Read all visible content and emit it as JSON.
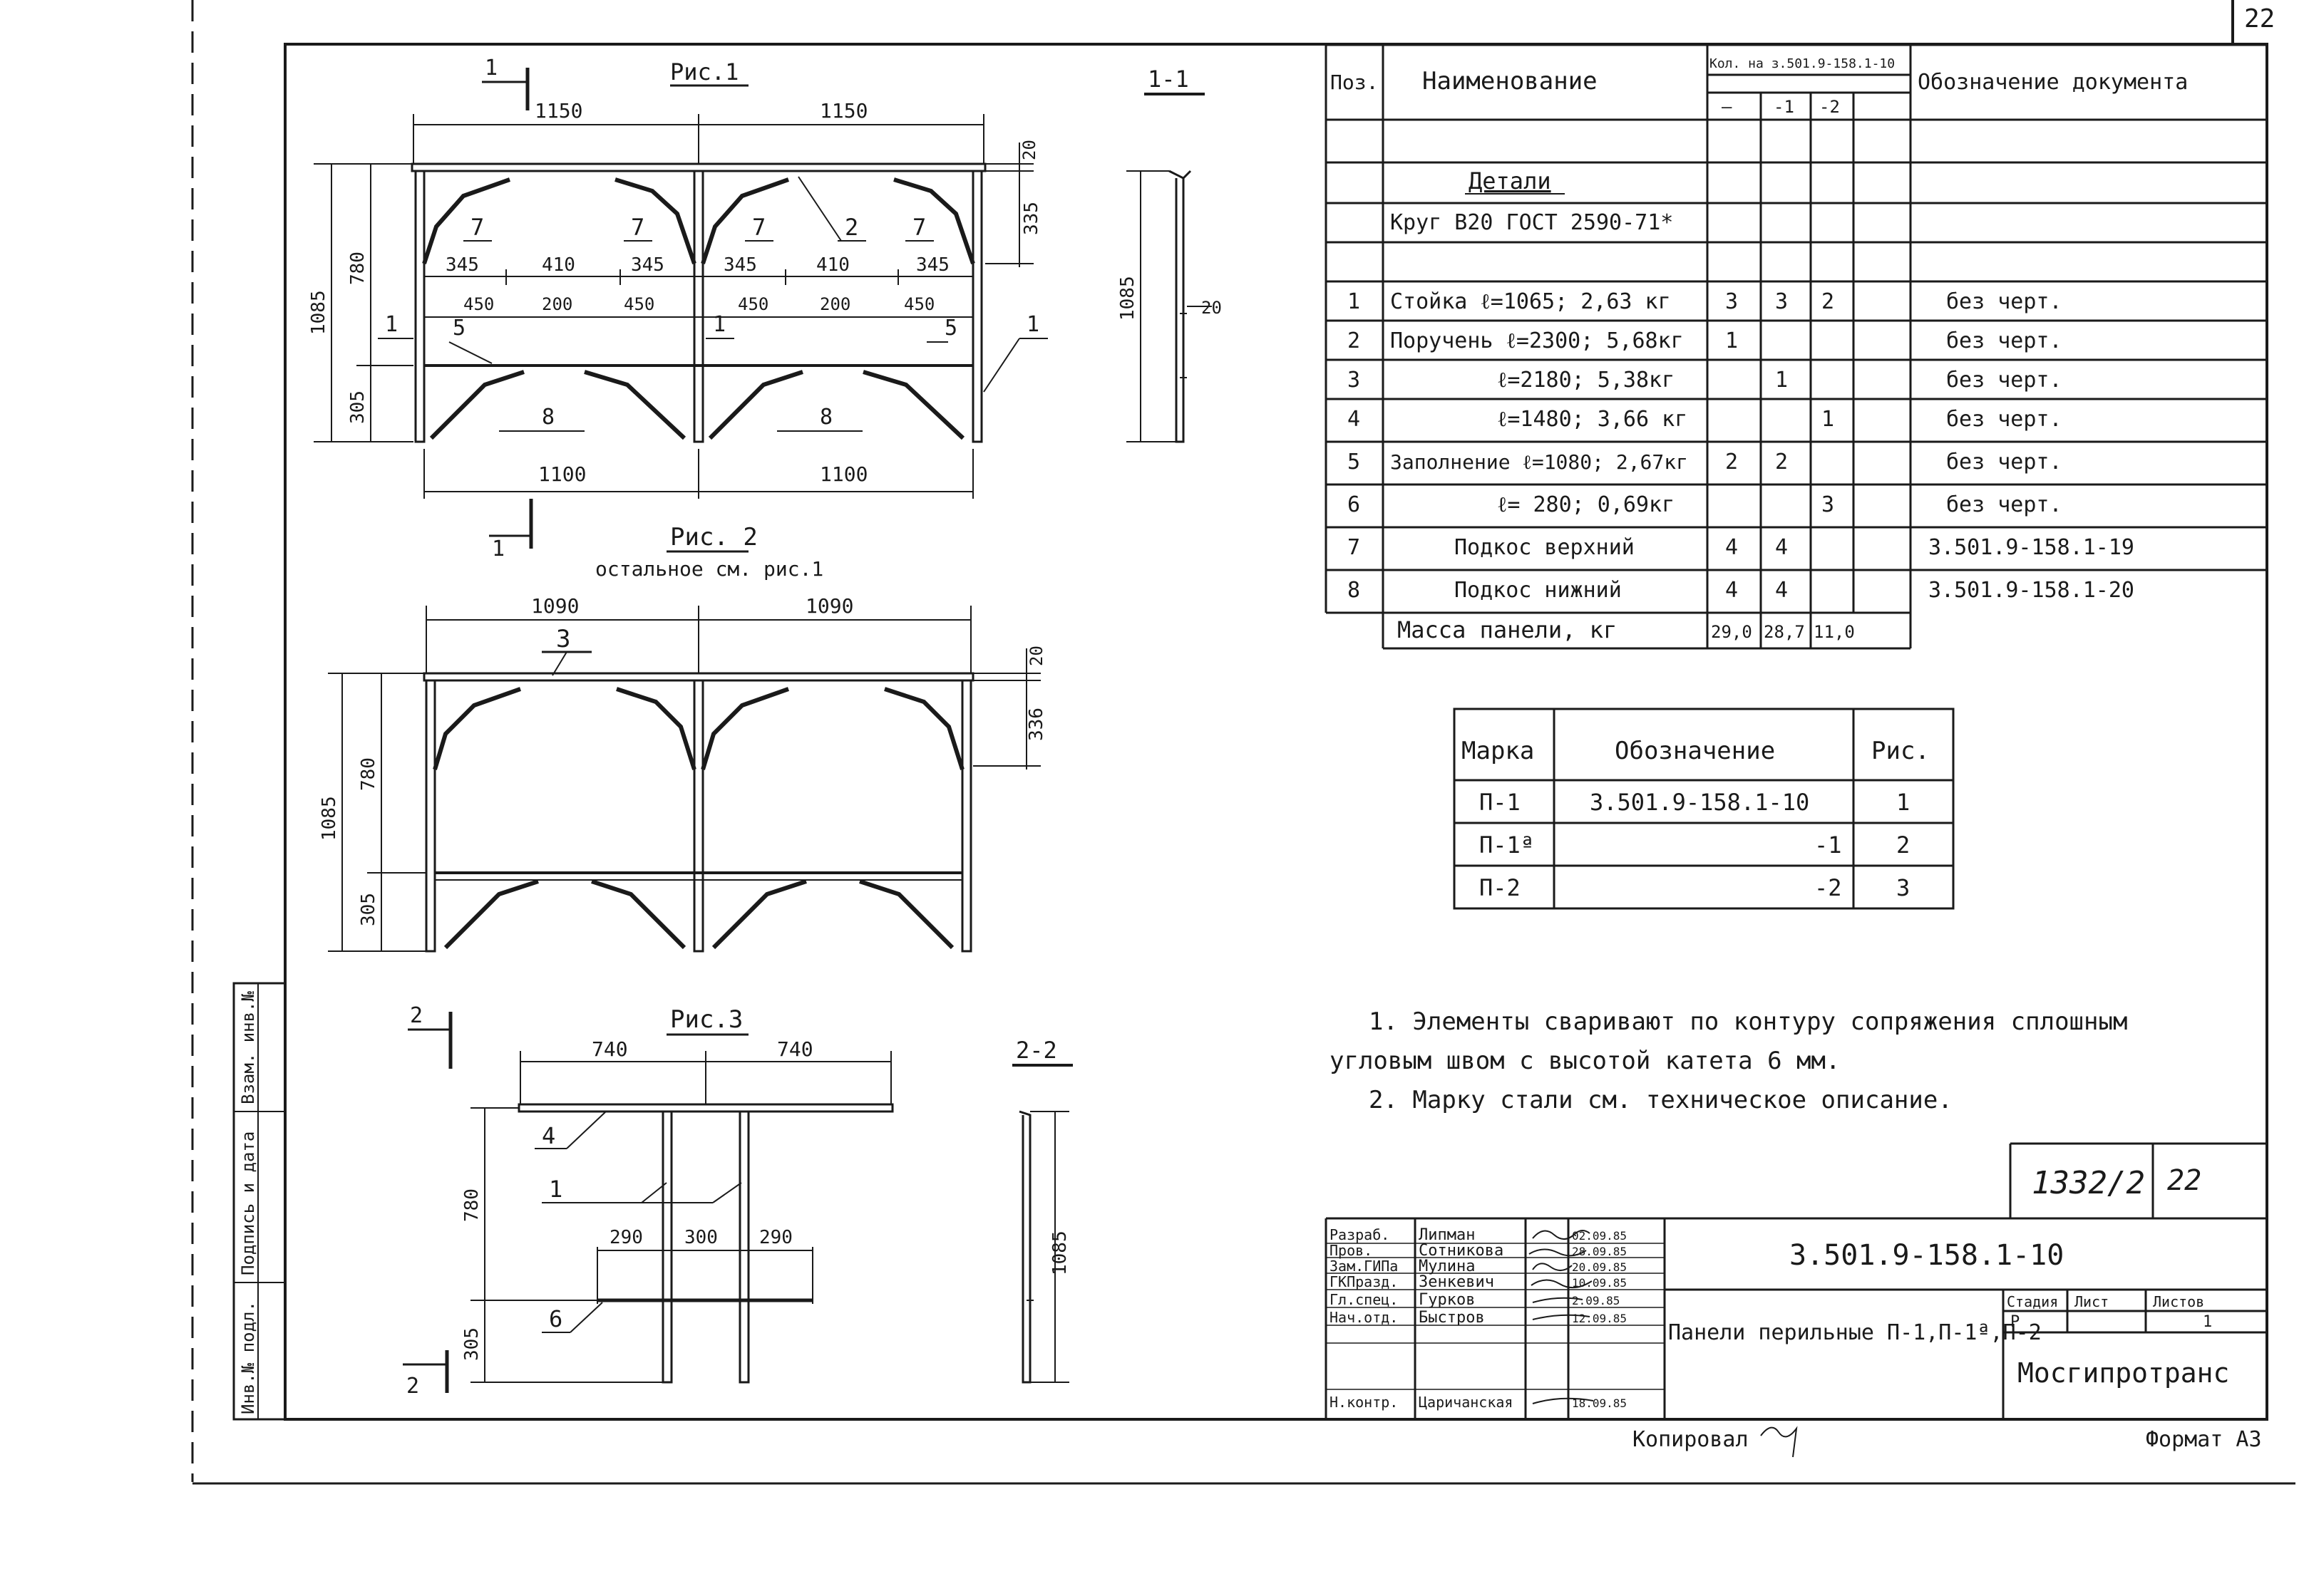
{
  "sheet_number": "22",
  "figures": {
    "fig1": {
      "title": "Рис.1",
      "section_mark": "1",
      "section_label": "1-1",
      "dims_top": [
        "1150",
        "1150"
      ],
      "dim_top_thickness": "20",
      "dim_top_height": "335",
      "dims_mid": [
        "345",
        "410",
        "345",
        "345",
        "410",
        "345"
      ],
      "dims_low": [
        "450",
        "200",
        "450",
        "450",
        "200",
        "450"
      ],
      "dims_left": [
        "1085",
        "780",
        "305"
      ],
      "dims_bottom": [
        "1100",
        "1100"
      ],
      "callouts": {
        "p7": "7",
        "p2": "2",
        "p1": "1",
        "p5": "5",
        "p8": "8"
      },
      "section_dims": [
        "1085",
        "20"
      ]
    },
    "fig2": {
      "title": "Рис. 2",
      "subtitle": "остальное см. рис.1",
      "dims_top": [
        "1090",
        "1090"
      ],
      "dim_top_thickness": "20",
      "dim_top_height": "336",
      "dims_left": [
        "1085",
        "780",
        "305"
      ],
      "callouts": {
        "p3": "3"
      }
    },
    "fig3": {
      "title": "Рис.3",
      "section_mark": "2",
      "section_label": "2-2",
      "dims_top": [
        "740",
        "740"
      ],
      "dims_mid": [
        "290",
        "300",
        "290"
      ],
      "dims_left": [
        "780",
        "305"
      ],
      "callouts": {
        "p4": "4",
        "p1": "1",
        "p6": "6"
      },
      "section_dims": [
        "1085"
      ]
    }
  },
  "spec_table": {
    "headers": {
      "pos": "Поз.",
      "name": "Наименование",
      "qty": "Кол. на з.501.9-158.1-10",
      "qty_cols": [
        "—",
        "-1",
        "-2",
        ""
      ],
      "doc": "Обозначение документа"
    },
    "section_title": "Детали",
    "material": "Круг В20 ГОСТ 2590-71*",
    "rows": [
      {
        "pos": "1",
        "name": "Стойка ℓ=1065; 2,63 кг",
        "q": [
          "3",
          "3",
          "2",
          ""
        ],
        "doc": "без черт."
      },
      {
        "pos": "2",
        "name": "Поручень ℓ=2300; 5,68кг",
        "q": [
          "1",
          "",
          "",
          ""
        ],
        "doc": "без черт."
      },
      {
        "pos": "3",
        "name": "ℓ=2180; 5,38кг",
        "q": [
          "",
          "1",
          "",
          ""
        ],
        "doc": "без черт."
      },
      {
        "pos": "4",
        "name": "ℓ=1480; 3,66 кг",
        "q": [
          "",
          "",
          "1",
          ""
        ],
        "doc": "без черт."
      },
      {
        "pos": "5",
        "name": "Заполнение ℓ=1080; 2,67кг",
        "q": [
          "2",
          "2",
          "",
          ""
        ],
        "doc": "без черт."
      },
      {
        "pos": "6",
        "name": "ℓ= 280; 0,69кг",
        "q": [
          "",
          "",
          "3",
          ""
        ],
        "doc": "без черт."
      },
      {
        "pos": "7",
        "name": "Подкос верхний",
        "q": [
          "4",
          "4",
          "",
          ""
        ],
        "doc": "3.501.9-158.1-19"
      },
      {
        "pos": "8",
        "name": "Подкос нижний",
        "q": [
          "4",
          "4",
          "",
          ""
        ],
        "doc": "3.501.9-158.1-20"
      }
    ],
    "mass_label": "Масса панели, кг",
    "mass_values": [
      "29,0",
      "28,7",
      "11,0"
    ]
  },
  "mark_table": {
    "headers": [
      "Марка",
      "Обозначение",
      "Рис."
    ],
    "rows": [
      [
        "П-1",
        "3.501.9-158.1-10",
        "1"
      ],
      [
        "П-1ª",
        "-1",
        "2"
      ],
      [
        "П-2",
        "-2",
        "3"
      ]
    ]
  },
  "notes": [
    "1. Элементы сваривают по контуру сопряжения сплошным",
    "угловым швом с высотой катета 6 мм.",
    "2. Марку стали см. техническое описание."
  ],
  "stamp": {
    "handwritten_number": "1332/2",
    "handwritten_sheet": "22",
    "doc_code": "3.501.9-158.1-10",
    "title": "Панели перильные П-1,П-1ª,П-2",
    "stage_label": "Стадия",
    "sheet_label": "Лист",
    "sheets_label": "Листов",
    "stage": "Р",
    "sheet": "",
    "sheets": "1",
    "org": "Мосгипротранс",
    "roles": [
      {
        "role": "Разраб.",
        "name": "Липман",
        "date": "02.09.85"
      },
      {
        "role": "Пров.",
        "name": "Сотникова",
        "date": "28.09.85"
      },
      {
        "role": "Зам.ГИПа",
        "name": "Мулина",
        "date": "20.09.85"
      },
      {
        "role": "ГКПразд.",
        "name": "Зенкевич",
        "date": "10.09.85"
      },
      {
        "role": "Гл.спец.",
        "name": "Гурков",
        "date": "2.09.85"
      },
      {
        "role": "Нач.отд.",
        "name": "Быстров",
        "date": "12.09.85"
      },
      {
        "role": "",
        "name": "",
        "date": ""
      },
      {
        "role": "Н.контр.",
        "name": "Царичанская",
        "date": "18.09.85"
      }
    ],
    "copied": "Копировал",
    "format": "Формат А3"
  },
  "side_stamp": [
    "Инв.№ подл.",
    "Подпись и дата",
    "Взам. инв.№"
  ]
}
